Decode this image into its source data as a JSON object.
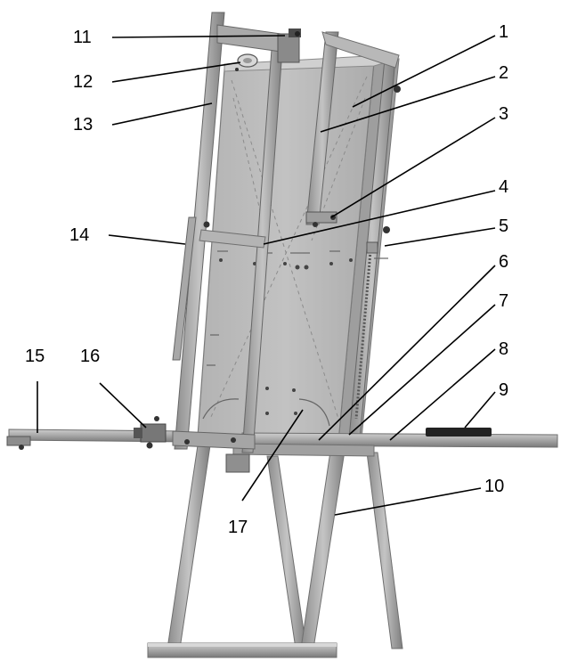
{
  "diagram": {
    "colors": {
      "frame": "#a9a9a9",
      "frame_dark": "#6f6f6f",
      "frame_light": "#c8c8c8",
      "panel": "#b9b9b9",
      "panel_shadow": "#9d9d9d",
      "panel_light": "#cfcfcf",
      "hardware": "#3a3a3a",
      "rubber": "#222222",
      "label": "#000000"
    },
    "callouts": [
      {
        "id": "1",
        "label": "1"
      },
      {
        "id": "2",
        "label": "2"
      },
      {
        "id": "3",
        "label": "3"
      },
      {
        "id": "4",
        "label": "4"
      },
      {
        "id": "5",
        "label": "5"
      },
      {
        "id": "6",
        "label": "6"
      },
      {
        "id": "7",
        "label": "7"
      },
      {
        "id": "8",
        "label": "8"
      },
      {
        "id": "9",
        "label": "9"
      },
      {
        "id": "10",
        "label": "10"
      },
      {
        "id": "11",
        "label": "11"
      },
      {
        "id": "12",
        "label": "12"
      },
      {
        "id": "13",
        "label": "13"
      },
      {
        "id": "14",
        "label": "14"
      },
      {
        "id": "15",
        "label": "15"
      },
      {
        "id": "16",
        "label": "16"
      },
      {
        "id": "17",
        "label": "17"
      }
    ]
  }
}
